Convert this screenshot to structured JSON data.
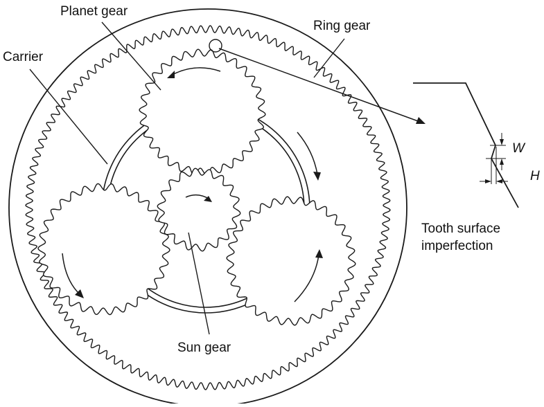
{
  "labels": {
    "planet_gear": "Planet gear",
    "ring_gear": "Ring gear",
    "carrier": "Carrier",
    "sun_gear": "Sun gear",
    "tooth_surface_line1": "Tooth surface",
    "tooth_surface_line2": "imperfection",
    "width_symbol": "W",
    "height_symbol": "H"
  },
  "gears": {
    "ring_teeth": 120,
    "planet_teeth": 30,
    "sun_teeth": 18
  },
  "colors": {
    "ink": "#1a1a1a",
    "background": "#ffffff"
  }
}
